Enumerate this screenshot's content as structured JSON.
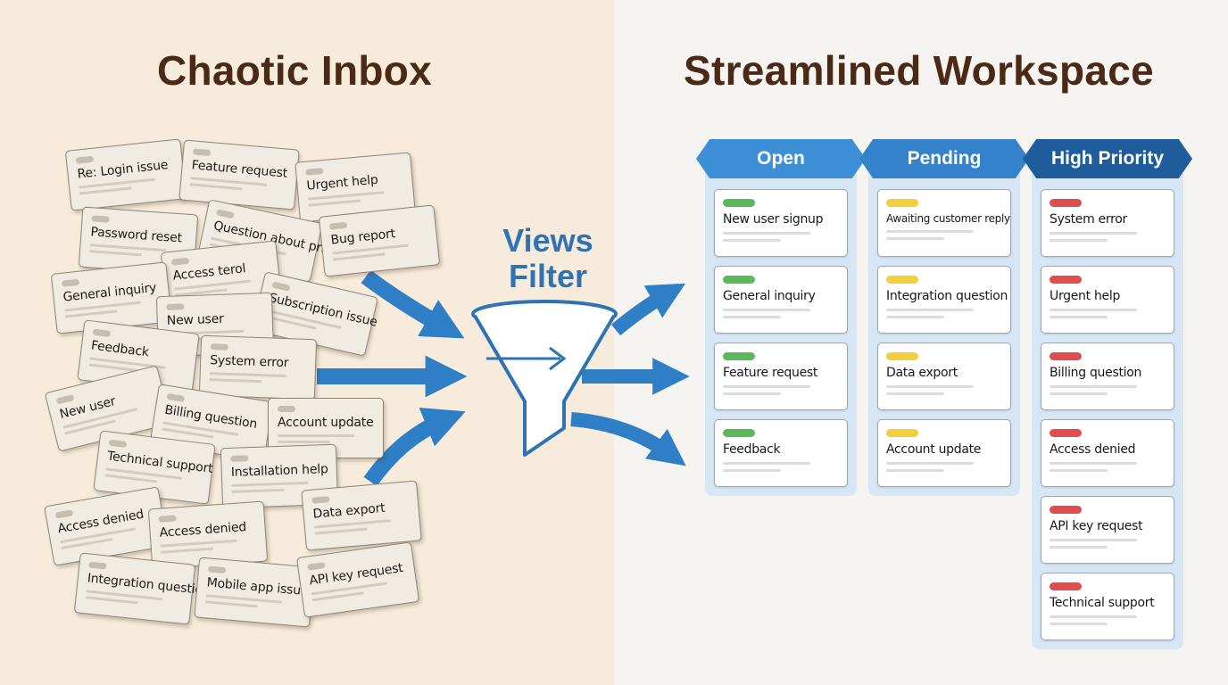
{
  "headings": {
    "left": "Chaotic Inbox",
    "right": "Streamlined Workspace"
  },
  "filter": {
    "line1": "Views",
    "line2": "Filter",
    "icon": "funnel-icon"
  },
  "inbox_cards": [
    "Re: Login issue",
    "Feature request",
    "Urgent help",
    "Password reset",
    "Question about pricing",
    "Bug report",
    "Access terol",
    "General inquiry",
    "Subscription issue",
    "New user",
    "Feedback",
    "System error",
    "New user",
    "Billing question",
    "Account update",
    "Technical support",
    "Installation help",
    "Access denied",
    "Access denied",
    "Data export",
    "Integration question",
    "Mobile app issue",
    "API key request"
  ],
  "columns": [
    {
      "title": "Open",
      "status_color": "#5cb85c",
      "cards": [
        "New user signup",
        "General inquiry",
        "Feature request",
        "Feedback"
      ]
    },
    {
      "title": "Pending",
      "status_color": "#f2cf3c",
      "cards": [
        "Awaiting customer reply",
        "Integration question",
        "Data export",
        "Account update"
      ]
    },
    {
      "title": "High Priority",
      "status_color": "#de4e4e",
      "cards": [
        "System error",
        "Urgent help",
        "Billing question",
        "Access denied",
        "API key request",
        "Technical support"
      ]
    }
  ],
  "colors": {
    "heading": "#4a2a16",
    "accent_blue": "#2f73b4",
    "arrow_blue": "#2f7fc6"
  }
}
